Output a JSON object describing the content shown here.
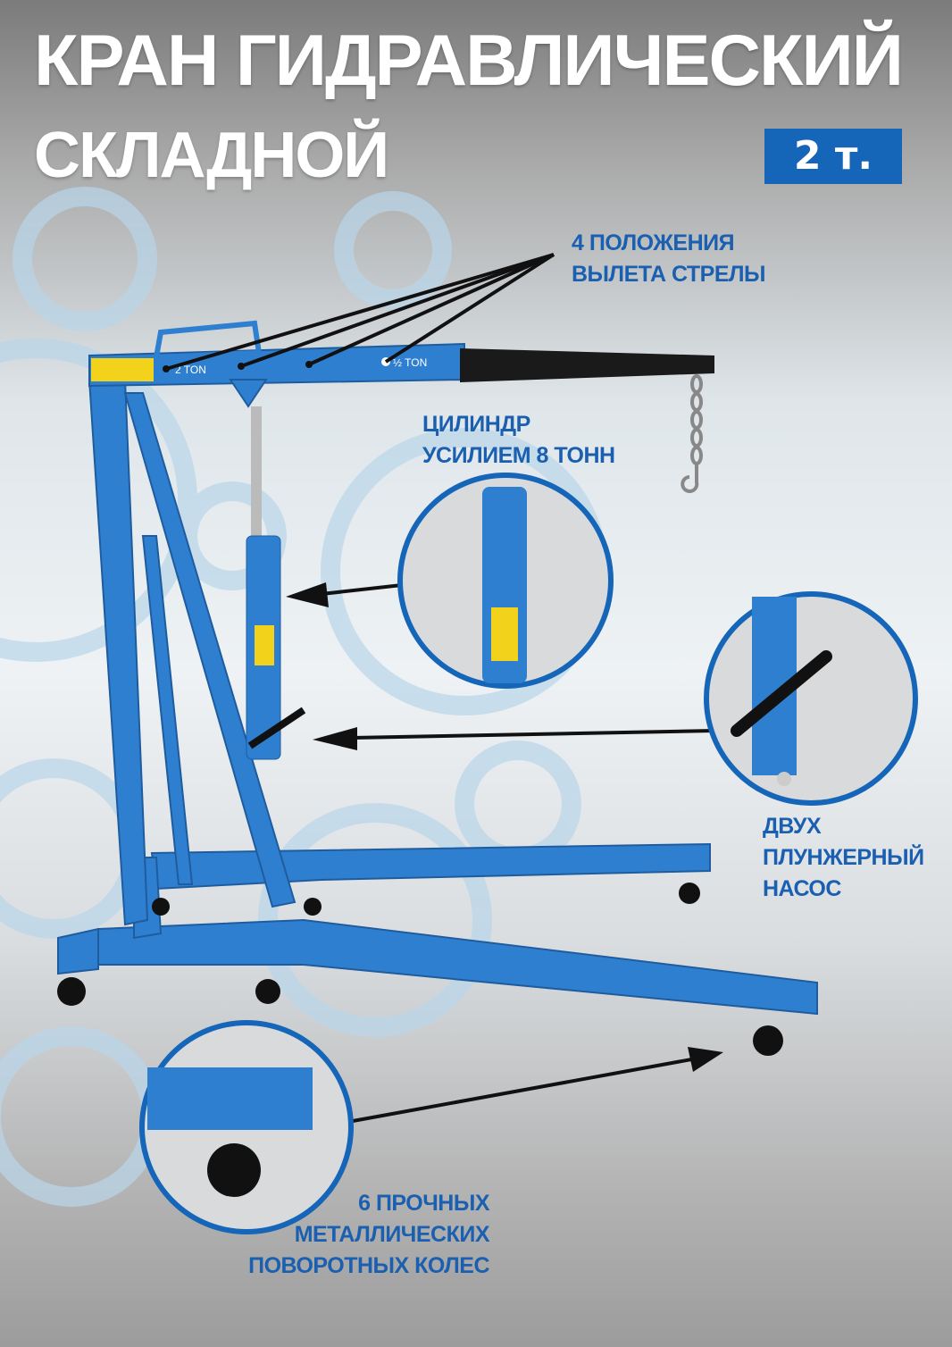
{
  "title": {
    "line1": "КРАН ГИДРАВЛИЧЕСКИЙ",
    "line2": "СКЛАДНОЙ",
    "capacity": "2 т."
  },
  "callouts": {
    "boom": [
      "4 ПОЛОЖЕНИЯ",
      "ВЫЛЕТА СТРЕЛЫ"
    ],
    "cylinder": [
      "ЦИЛИНДР",
      "УСИЛИЕМ 8 ТОНН"
    ],
    "pump": [
      "ДВУХ",
      "ПЛУНЖЕРНЫЙ",
      "НАСОС"
    ],
    "wheels": [
      "6 ПРОЧНЫХ",
      "МЕТАЛЛИЧЕСКИХ",
      "ПОВОРОТНЫХ КОЛЕС"
    ]
  },
  "boom_markings": {
    "max": "2 TON",
    "min": "½ TON"
  },
  "colors": {
    "accent": "#1565b8",
    "crane": "#2f7fd0",
    "text": "#1a5fb0"
  }
}
